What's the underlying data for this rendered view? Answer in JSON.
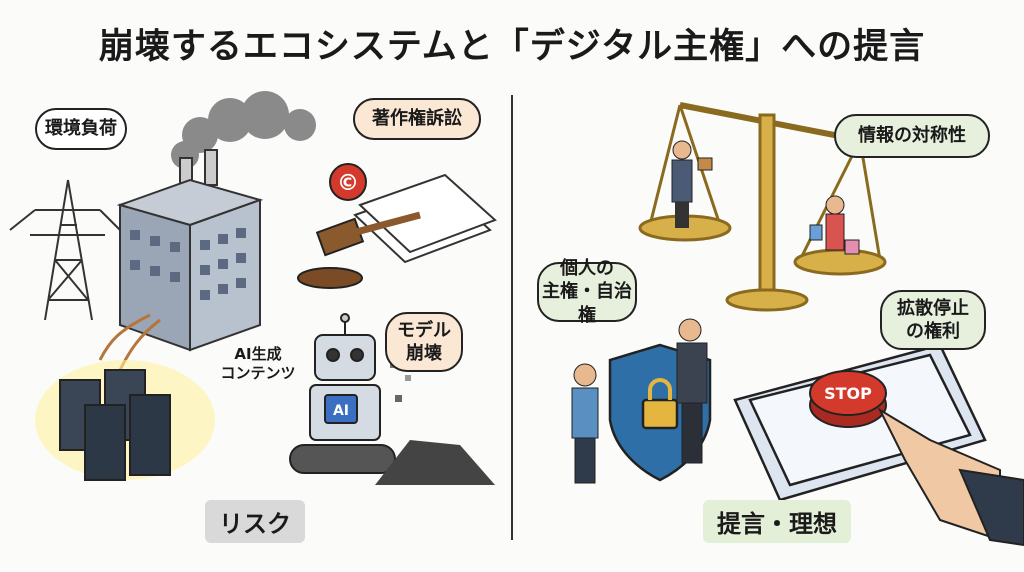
{
  "title": "崩壊するエコシステムと「デジタル主権」への提言",
  "left": {
    "bubbles": {
      "environment": "環境負荷",
      "copyright": "著作権訴訟",
      "model_collapse_1": "モデル",
      "model_collapse_2": "崩壊"
    },
    "ai_content_1": "AI生成",
    "ai_content_2": "コンテンツ",
    "robot_badge": "AI",
    "section_label": "リスク"
  },
  "right": {
    "bubbles": {
      "symmetry": "情報の対称性",
      "sovereignty_1": "個人の",
      "sovereignty_2": "主権・自治権",
      "stop_right_1": "拡散停止",
      "stop_right_2": "の権利"
    },
    "stop_button": "STOP",
    "section_label": "提言・理想"
  },
  "colors": {
    "risk_label_bg": "#d9d9d9",
    "ideal_label_bg": "#e4efd8",
    "gold": "#c9a23c",
    "shield": "#2f6fa8",
    "stop_red": "#d33a2c"
  }
}
